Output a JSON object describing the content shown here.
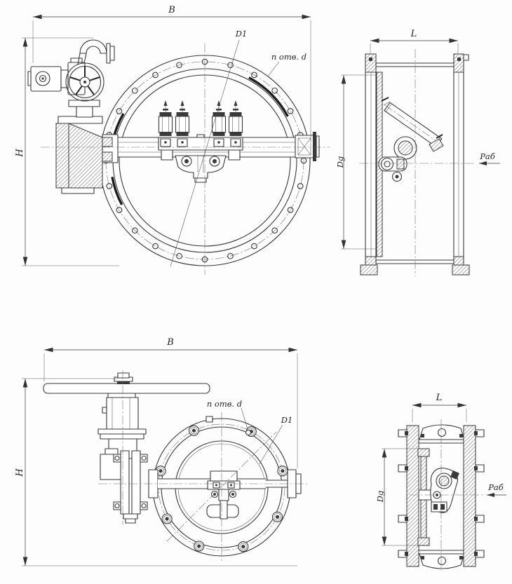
{
  "drawing_labels": {
    "top_front": {
      "width_dim": "B",
      "height_dim": "H",
      "bolt_circle_dim": "D1",
      "holes_note": "n отв. d"
    },
    "top_side": {
      "width_dim": "L",
      "bore_dim": "Dg",
      "flow_dir": "Раб"
    },
    "bottom_front": {
      "width_dim": "B",
      "height_dim": "H",
      "bolt_circle_dim": "D1",
      "holes_note": "n отв. d"
    },
    "bottom_side": {
      "width_dim": "L",
      "bore_dim": "Dg",
      "flow_dir": "Раб"
    }
  },
  "style": {
    "line_color": "#383838",
    "centerline_color": "#6f6f6f",
    "paper_color": "#fdfdfd"
  }
}
